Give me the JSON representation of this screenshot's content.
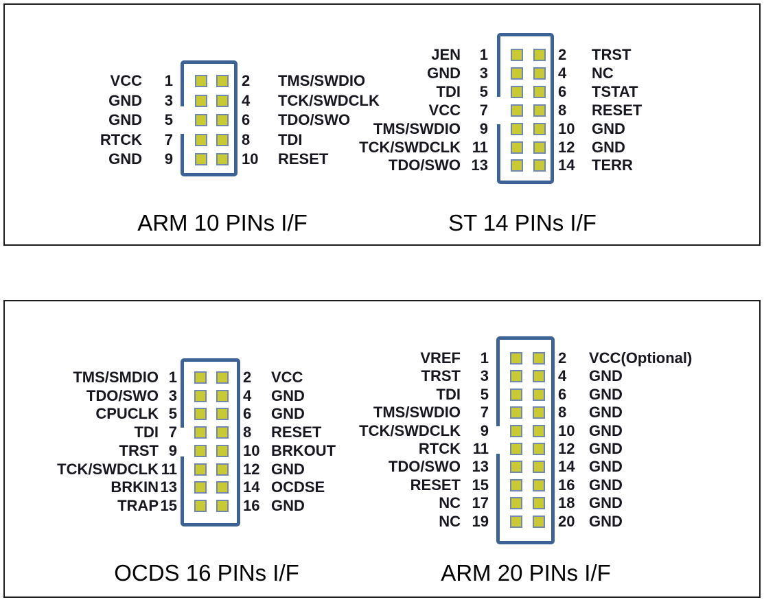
{
  "colors": {
    "connector_outline": "#3d6295",
    "pin_square_fill": "#c9ca33",
    "pin_square_border": "#7288b1",
    "panel_border": "#1c1c1c",
    "text": "#17171f"
  },
  "diagrams": {
    "arm10": {
      "title": "ARM 10 PINs I/F",
      "rows": [
        {
          "left_signal": "VCC",
          "left_pin": "1",
          "right_pin": "2",
          "right_signal": "TMS/SWDIO"
        },
        {
          "left_signal": "GND",
          "left_pin": "3",
          "right_pin": "4",
          "right_signal": "TCK/SWDCLK"
        },
        {
          "left_signal": "GND",
          "left_pin": "5",
          "right_pin": "6",
          "right_signal": "TDO/SWO"
        },
        {
          "left_signal": "RTCK",
          "left_pin": "7",
          "right_pin": "8",
          "right_signal": "TDI"
        },
        {
          "left_signal": "GND",
          "left_pin": "9",
          "right_pin": "10",
          "right_signal": "RESET"
        }
      ]
    },
    "st14": {
      "title": "ST 14 PINs I/F",
      "rows": [
        {
          "left_signal": "JEN",
          "left_pin": "1",
          "right_pin": "2",
          "right_signal": "TRST"
        },
        {
          "left_signal": "GND",
          "left_pin": "3",
          "right_pin": "4",
          "right_signal": "NC"
        },
        {
          "left_signal": "TDI",
          "left_pin": "5",
          "right_pin": "6",
          "right_signal": "TSTAT"
        },
        {
          "left_signal": "VCC",
          "left_pin": "7",
          "right_pin": "8",
          "right_signal": "RESET"
        },
        {
          "left_signal": "TMS/SWDIO",
          "left_pin": "9",
          "right_pin": "10",
          "right_signal": "GND"
        },
        {
          "left_signal": "TCK/SWDCLK",
          "left_pin": "11",
          "right_pin": "12",
          "right_signal": "GND"
        },
        {
          "left_signal": "TDO/SWO",
          "left_pin": "13",
          "right_pin": "14",
          "right_signal": "TERR"
        }
      ]
    },
    "ocds16": {
      "title": "OCDS 16 PINs I/F",
      "rows": [
        {
          "left_signal": "TMS/SMDIO",
          "left_pin": "1",
          "right_pin": "2",
          "right_signal": "VCC"
        },
        {
          "left_signal": "TDO/SWO",
          "left_pin": "3",
          "right_pin": "4",
          "right_signal": "GND"
        },
        {
          "left_signal": "CPUCLK",
          "left_pin": "5",
          "right_pin": "6",
          "right_signal": "GND"
        },
        {
          "left_signal": "TDI",
          "left_pin": "7",
          "right_pin": "8",
          "right_signal": "RESET"
        },
        {
          "left_signal": "TRST",
          "left_pin": "9",
          "right_pin": "10",
          "right_signal": "BRKOUT"
        },
        {
          "left_signal": "TCK/SWDCLK",
          "left_pin": "11",
          "right_pin": "12",
          "right_signal": "GND"
        },
        {
          "left_signal": "BRKIN",
          "left_pin": "13",
          "right_pin": "14",
          "right_signal": "OCDSE"
        },
        {
          "left_signal": "TRAP",
          "left_pin": "15",
          "right_pin": "16",
          "right_signal": "GND"
        }
      ]
    },
    "arm20": {
      "title": "ARM 20 PINs I/F",
      "rows": [
        {
          "left_signal": "VREF",
          "left_pin": "1",
          "right_pin": "2",
          "right_signal": "VCC(Optional)"
        },
        {
          "left_signal": "TRST",
          "left_pin": "3",
          "right_pin": "4",
          "right_signal": "GND"
        },
        {
          "left_signal": "TDI",
          "left_pin": "5",
          "right_pin": "6",
          "right_signal": "GND"
        },
        {
          "left_signal": "TMS/SWDIO",
          "left_pin": "7",
          "right_pin": "8",
          "right_signal": "GND"
        },
        {
          "left_signal": "TCK/SWDCLK",
          "left_pin": "9",
          "right_pin": "10",
          "right_signal": "GND"
        },
        {
          "left_signal": "RTCK",
          "left_pin": "11",
          "right_pin": "12",
          "right_signal": "GND"
        },
        {
          "left_signal": "TDO/SWO",
          "left_pin": "13",
          "right_pin": "14",
          "right_signal": "GND"
        },
        {
          "left_signal": "RESET",
          "left_pin": "15",
          "right_pin": "16",
          "right_signal": "GND"
        },
        {
          "left_signal": "NC",
          "left_pin": "17",
          "right_pin": "18",
          "right_signal": "GND"
        },
        {
          "left_signal": "NC",
          "left_pin": "19",
          "right_pin": "20",
          "right_signal": "GND"
        }
      ]
    }
  }
}
